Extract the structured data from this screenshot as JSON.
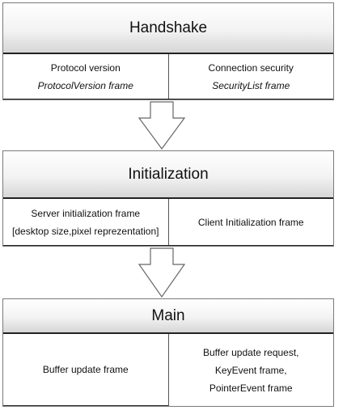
{
  "handshake": {
    "title": "Handshake",
    "cells": [
      {
        "line1": "Protocol version",
        "line2": "ProtocolVersion frame"
      },
      {
        "line1": "Connection security",
        "line2": "SecurityList frame"
      }
    ]
  },
  "initialization": {
    "title": "Initialization",
    "cells": [
      {
        "line1": "Server initialization frame",
        "line2": "[desktop size,pixel reprezentation]"
      },
      {
        "line1": "Client Initialization frame"
      }
    ]
  },
  "main": {
    "title": "Main",
    "cells": [
      {
        "line1": "Buffer update frame"
      },
      {
        "line1": "Buffer update request,",
        "line2": "KeyEvent frame,",
        "line3": "PointerEvent frame"
      }
    ]
  },
  "arrows": [
    {
      "icon": "down-arrow-icon"
    },
    {
      "icon": "down-arrow-icon"
    }
  ]
}
